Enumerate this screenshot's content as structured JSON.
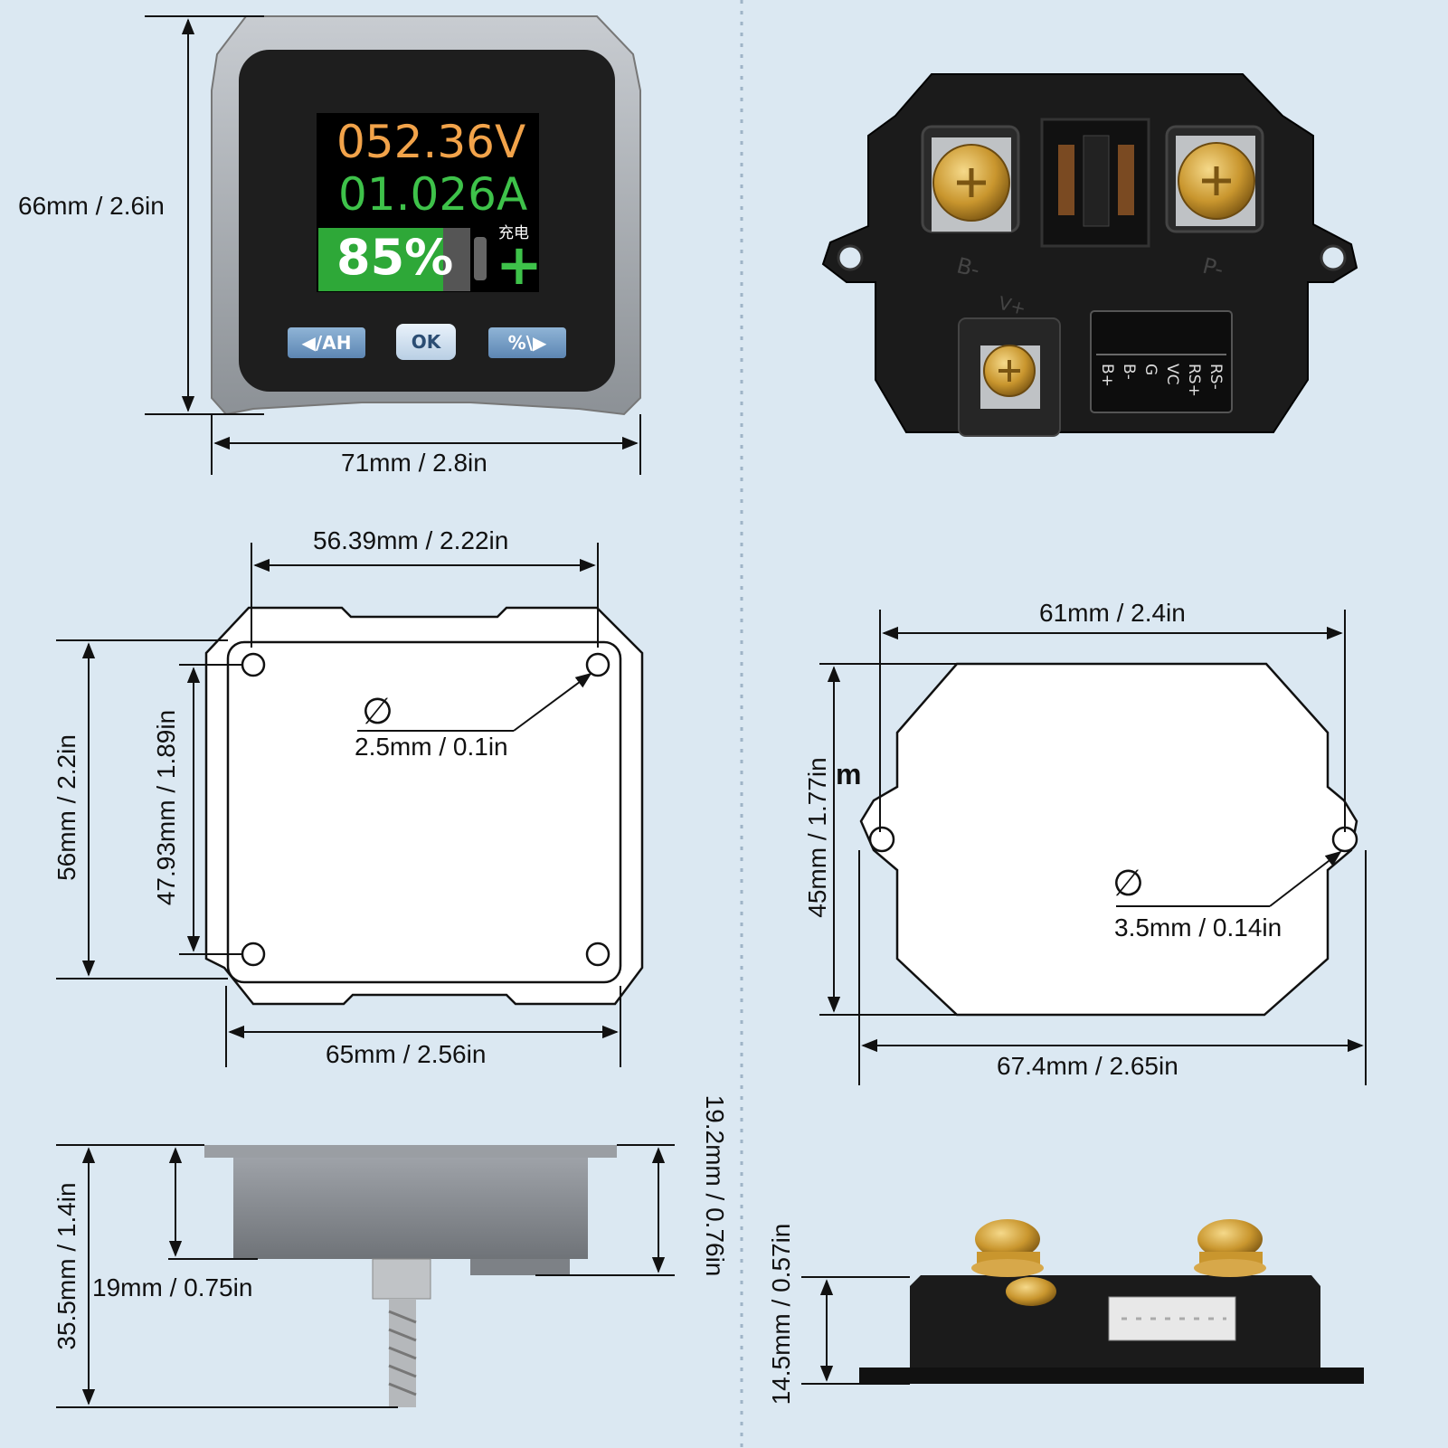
{
  "meter_display": {
    "voltage": "052.36V",
    "current": "01.026A",
    "battery_percent": "85%",
    "battery_level": 0.85,
    "charging_label": "充电",
    "charging_symbol": "+",
    "buttons": {
      "left": "◀/AH",
      "ok": "OK",
      "right": "%\\▶"
    }
  },
  "shunt_labels": {
    "b_minus": "B-",
    "p_minus": "P-",
    "v_plus": "V+",
    "connector_pins": [
      "RS-",
      "RS+",
      "VC",
      "G",
      "B-",
      "B+"
    ]
  },
  "dimensions": {
    "meter_height": "66mm / 2.6in",
    "meter_width": "71mm / 2.8in",
    "hole_spacing_width": "56.39mm / 2.22in",
    "outline_height": "56mm / 2.2in",
    "hole_spacing_height": "47.93mm / 1.89in",
    "hole_diameter": "2.5mm / 0.1in",
    "outline_width": "65mm / 2.56in",
    "shunt_hole_spacing": "61mm / 2.4in",
    "shunt_height": "45mm / 1.77in",
    "shunt_cut_letter": "m",
    "shunt_hole_diameter": "3.5mm / 0.14in",
    "shunt_width": "67.4mm / 2.65in",
    "side_depth": "19mm / 0.75in",
    "side_total": "35.5mm / 1.4in",
    "side_body": "19.2mm / 0.76in",
    "shunt_side_height": "14.5mm / 0.57in"
  },
  "colors": {
    "background": "#dbe8f2",
    "voltage_text": "#f2a34a",
    "current_text": "#3ec24a",
    "battery_fill": "#2ea838",
    "dimension_lines": "#111111"
  }
}
